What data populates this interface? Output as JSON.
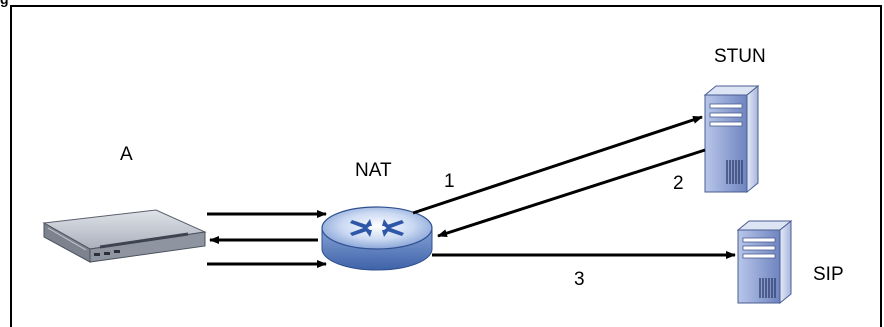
{
  "figure": {
    "caption_fragment": "g"
  },
  "nodes": {
    "device_a": {
      "label": "A"
    },
    "nat": {
      "label": "NAT"
    },
    "stun": {
      "label": "STUN"
    },
    "sip": {
      "label": "SIP"
    }
  },
  "edges": [
    {
      "from": "nat",
      "to": "stun",
      "label": "1"
    },
    {
      "from": "stun",
      "to": "nat",
      "label": "2"
    },
    {
      "from": "nat",
      "to": "sip",
      "label": "3"
    }
  ],
  "colors": {
    "stroke": "#000000",
    "server_body": "#7f93c8",
    "router_body": "#6c8dc8",
    "device_body": "#8a93a3"
  }
}
